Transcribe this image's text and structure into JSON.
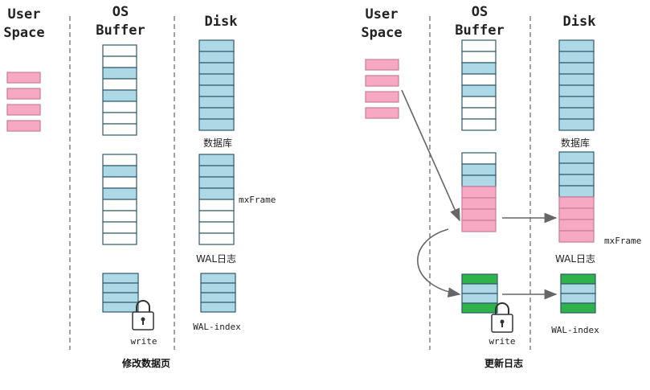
{
  "left_panel": {
    "headers": {
      "user_space_1": "User",
      "user_space_2": "Space",
      "os_buffer_1": "OS",
      "os_buffer_2": "Buffer",
      "disk": "Disk"
    },
    "labels": {
      "database": "数据库",
      "wal_log": "WAL日志",
      "mxframe": "mxFrame",
      "wal_index": "WAL-index",
      "write": "write"
    },
    "caption": "修改数据页"
  },
  "right_panel": {
    "headers": {
      "user_space_1": "User",
      "user_space_2": "Space",
      "os_buffer_1": "OS",
      "os_buffer_2": "Buffer",
      "disk": "Disk"
    },
    "labels": {
      "database": "数据库",
      "wal_log": "WAL日志",
      "mxframe": "mxFrame",
      "wal_index": "WAL-index",
      "write": "write"
    },
    "caption": "更新日志"
  },
  "colors": {
    "pink": "#f7a9c4",
    "blue": "#add8e6",
    "green": "#2db34a",
    "white": "#ffffff",
    "border": "#2f5a6a",
    "arrow": "#666666"
  }
}
